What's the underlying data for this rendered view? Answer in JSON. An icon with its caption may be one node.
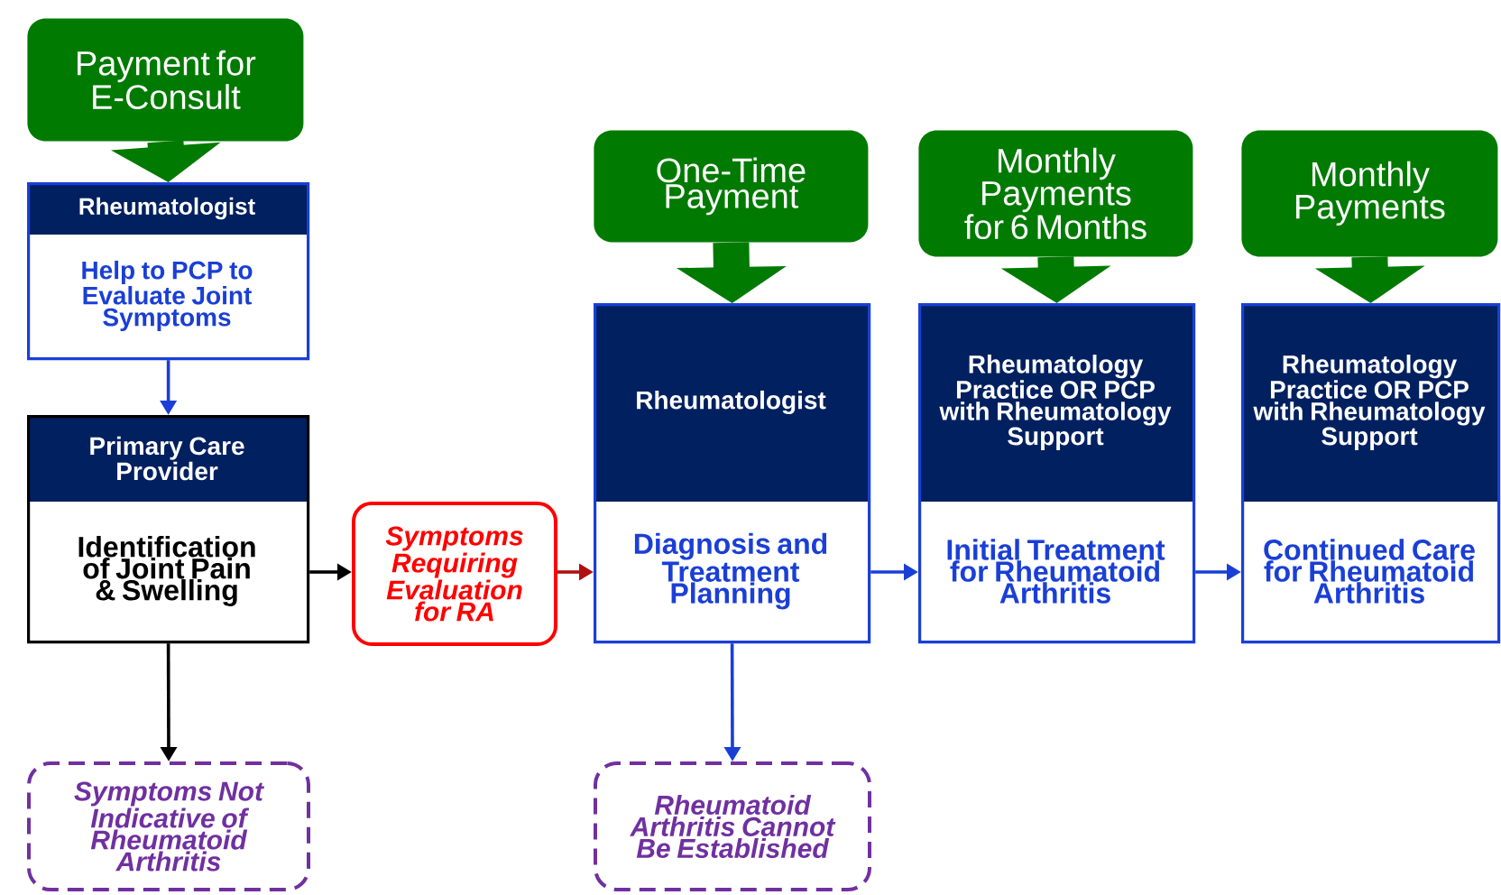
{
  "diagram": {
    "nodes": [
      {
        "text": [
          "Payment for E-Consult"
        ]
      },
      {
        "text": [
          "Rheumatologist",
          "Help to PCP to Evaluate Joint Symptoms"
        ]
      },
      {
        "text": [
          "Primary Care Provider",
          "Identification of Joint Pain & Swelling"
        ]
      },
      {
        "text": [
          "Symptoms Requiring Evaluation for RA"
        ]
      },
      {
        "text": [
          "One-Time Payment"
        ]
      },
      {
        "text": [
          "Rheumatologist",
          "Diagnosis and Treatment Planning"
        ]
      },
      {
        "text": [
          "Monthly Payments for 6 Months"
        ]
      },
      {
        "text": [
          "Rheumatology Practice OR PCP with Rheumatology Support",
          "Initial Treatment for Rheumatoid Arthritis"
        ]
      },
      {
        "text": [
          "Monthly Payments"
        ]
      },
      {
        "text": [
          "Rheumatology Practice OR PCP with Rheumatology Support",
          "Continued Care for Rheumatoid Arthritis"
        ]
      },
      {
        "text": [
          "Symptoms Not Indicative of Rheumatoid Arthritis"
        ]
      },
      {
        "text": [
          "Rheumatoid Arthritis Cannot Be Established"
        ]
      }
    ],
    "edges": [
      {
        "from": 0,
        "to": 1,
        "arrow": "to",
        "style": "thick",
        "color": "#007a00"
      },
      {
        "from": 1,
        "to": 2,
        "arrow": "to",
        "color": "#1a3fd6"
      },
      {
        "from": 2,
        "to": 3,
        "arrow": "to",
        "color": "#000000"
      },
      {
        "from": 3,
        "to": 5,
        "arrow": "to",
        "color": "#b01010"
      },
      {
        "from": 4,
        "to": 5,
        "arrow": "to",
        "style": "thick",
        "color": "#007a00"
      },
      {
        "from": 5,
        "to": 7,
        "arrow": "to",
        "color": "#1a3fd6"
      },
      {
        "from": 6,
        "to": 7,
        "arrow": "to",
        "style": "thick",
        "color": "#007a00"
      },
      {
        "from": 7,
        "to": 9,
        "arrow": "to",
        "color": "#1a3fd6"
      },
      {
        "from": 8,
        "to": 9,
        "arrow": "to",
        "style": "thick",
        "color": "#007a00"
      },
      {
        "from": 2,
        "to": 10,
        "arrow": "to",
        "color": "#000000"
      },
      {
        "from": 5,
        "to": 11,
        "arrow": "to",
        "color": "#1a3fd6"
      }
    ]
  }
}
